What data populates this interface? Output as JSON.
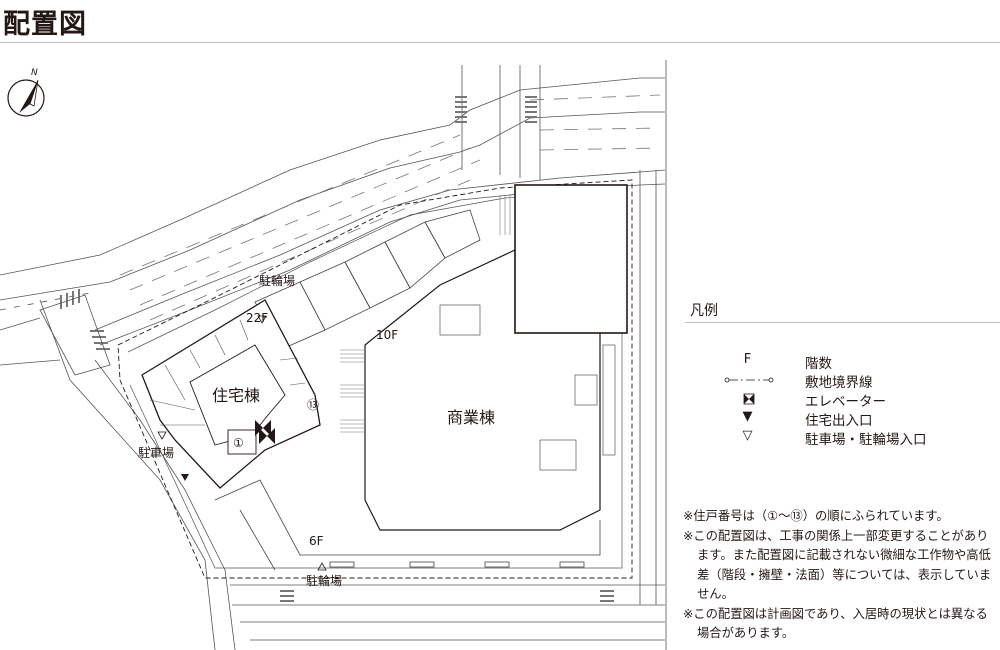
{
  "title": "配置図",
  "compass": {
    "north_label": "N"
  },
  "map": {
    "residential_building": {
      "label": "住宅棟",
      "floors": "22F"
    },
    "commercial_building": {
      "label": "商業棟"
    },
    "floor_labels": {
      "commercial_tower": "10F",
      "parking_block": "6F"
    },
    "unit_numbers": {
      "first": "①",
      "last": "⑬"
    },
    "facilities": {
      "bicycle_parking_north": "駐輪場",
      "car_parking": "駐車場",
      "bicycle_parking_south": "駐輪場"
    }
  },
  "legend": {
    "title": "凡例",
    "items": [
      {
        "symbol": "F",
        "icon": "floor-count-letter",
        "label": "階数"
      },
      {
        "symbol": "",
        "icon": "site-boundary-line",
        "label": "敷地境界線"
      },
      {
        "symbol": "",
        "icon": "elevator-bowtie-icon",
        "label": "エレベーター"
      },
      {
        "symbol": "▼",
        "icon": "filled-triangle",
        "label": "住宅出入口"
      },
      {
        "symbol": "▽",
        "icon": "outline-triangle",
        "label": "駐車場・駐輪場入口"
      }
    ]
  },
  "notes": [
    "※住戸番号は（①〜⑬）の順にふられています。",
    "※この配置図は、工事の関係上一部変更することがあります。また配置図に記載されない微細な工作物や高低差（階段・擁壁・法面）等については、表示していません。",
    "※この配置図は計画図であり、入居時の現状とは異なる場合があります。"
  ]
}
